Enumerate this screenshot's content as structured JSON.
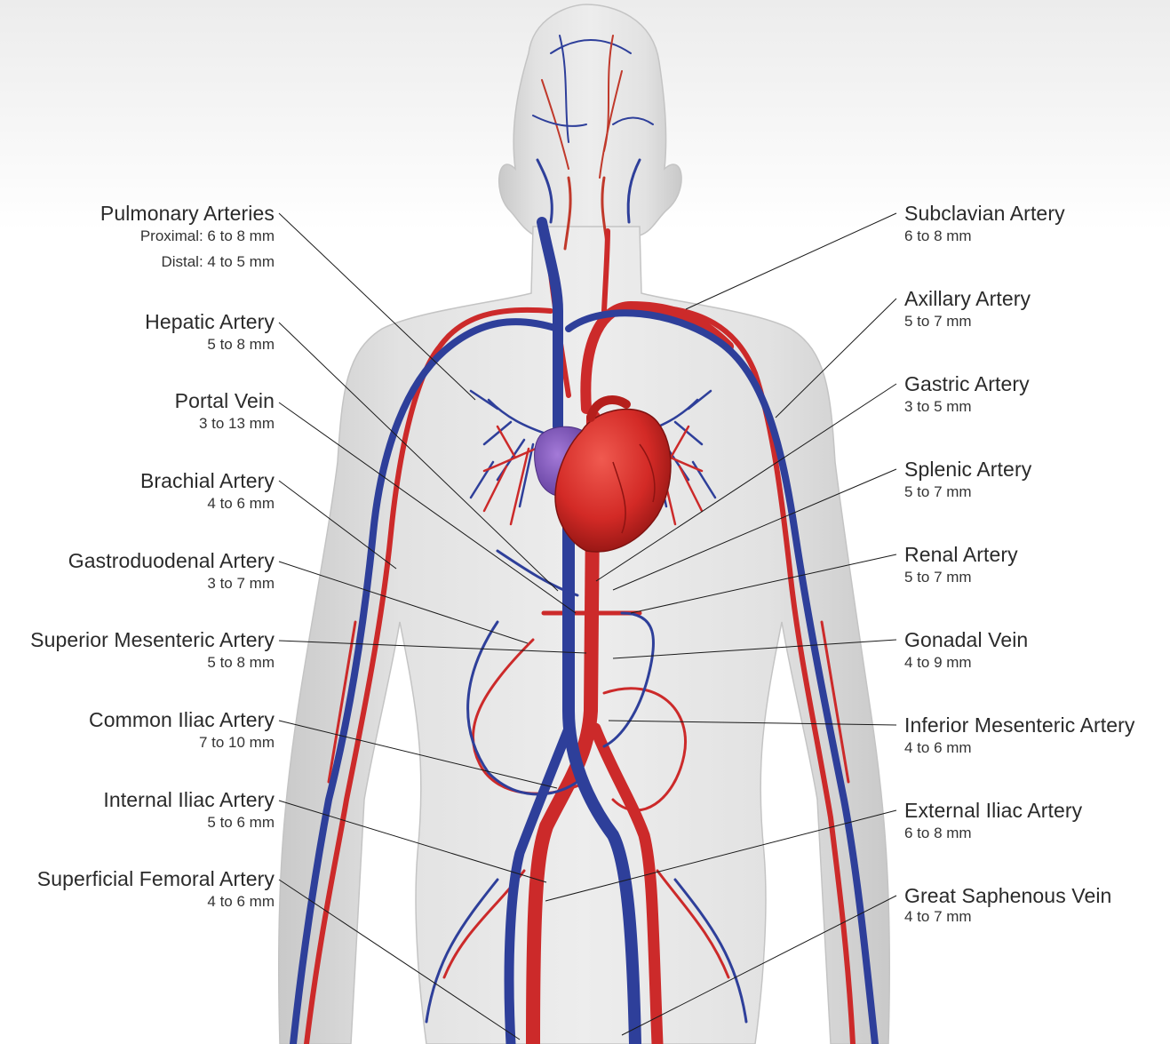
{
  "labels": {
    "left": [
      {
        "name": "Pulmonary Arteries",
        "size": "Proximal: 6 to 8 mm",
        "size2": "Distal: 4 to 5 mm"
      },
      {
        "name": "Hepatic Artery",
        "size": "5 to 8 mm"
      },
      {
        "name": "Portal Vein",
        "size": "3 to 13 mm"
      },
      {
        "name": "Brachial Artery",
        "size": "4 to 6 mm"
      },
      {
        "name": "Gastroduodenal Artery",
        "size": "3 to 7 mm"
      },
      {
        "name": "Superior Mesenteric Artery",
        "size": "5 to 8 mm"
      },
      {
        "name": "Common Iliac Artery",
        "size": "7 to 10 mm"
      },
      {
        "name": "Internal Iliac Artery",
        "size": "5 to 6 mm"
      },
      {
        "name": "Superficial Femoral Artery",
        "size": "4 to 6 mm"
      }
    ],
    "right": [
      {
        "name": "Subclavian Artery",
        "size": "6 to 8 mm"
      },
      {
        "name": "Axillary Artery",
        "size": "5 to 7 mm"
      },
      {
        "name": "Gastric Artery",
        "size": "3 to 5 mm"
      },
      {
        "name": "Splenic Artery",
        "size": "5 to 7 mm"
      },
      {
        "name": "Renal Artery",
        "size": "5 to 7 mm"
      },
      {
        "name": "Gonadal Vein",
        "size": "4 to 9 mm"
      },
      {
        "name": "Inferior Mesenteric Artery",
        "size": "4 to 6 mm"
      },
      {
        "name": "External Iliac Artery",
        "size": "6 to 8 mm"
      },
      {
        "name": "Great Saphenous Vein",
        "size": "4 to 7 mm"
      }
    ]
  },
  "colors": {
    "artery": "#cc2a2a",
    "vein": "#2e3f9a",
    "heart": "#d9302c",
    "liver_lobe": "#8b5cc4",
    "body": "#dcdcdc",
    "leader_line": "#1a1a1a",
    "text": "#2a2a2a"
  }
}
